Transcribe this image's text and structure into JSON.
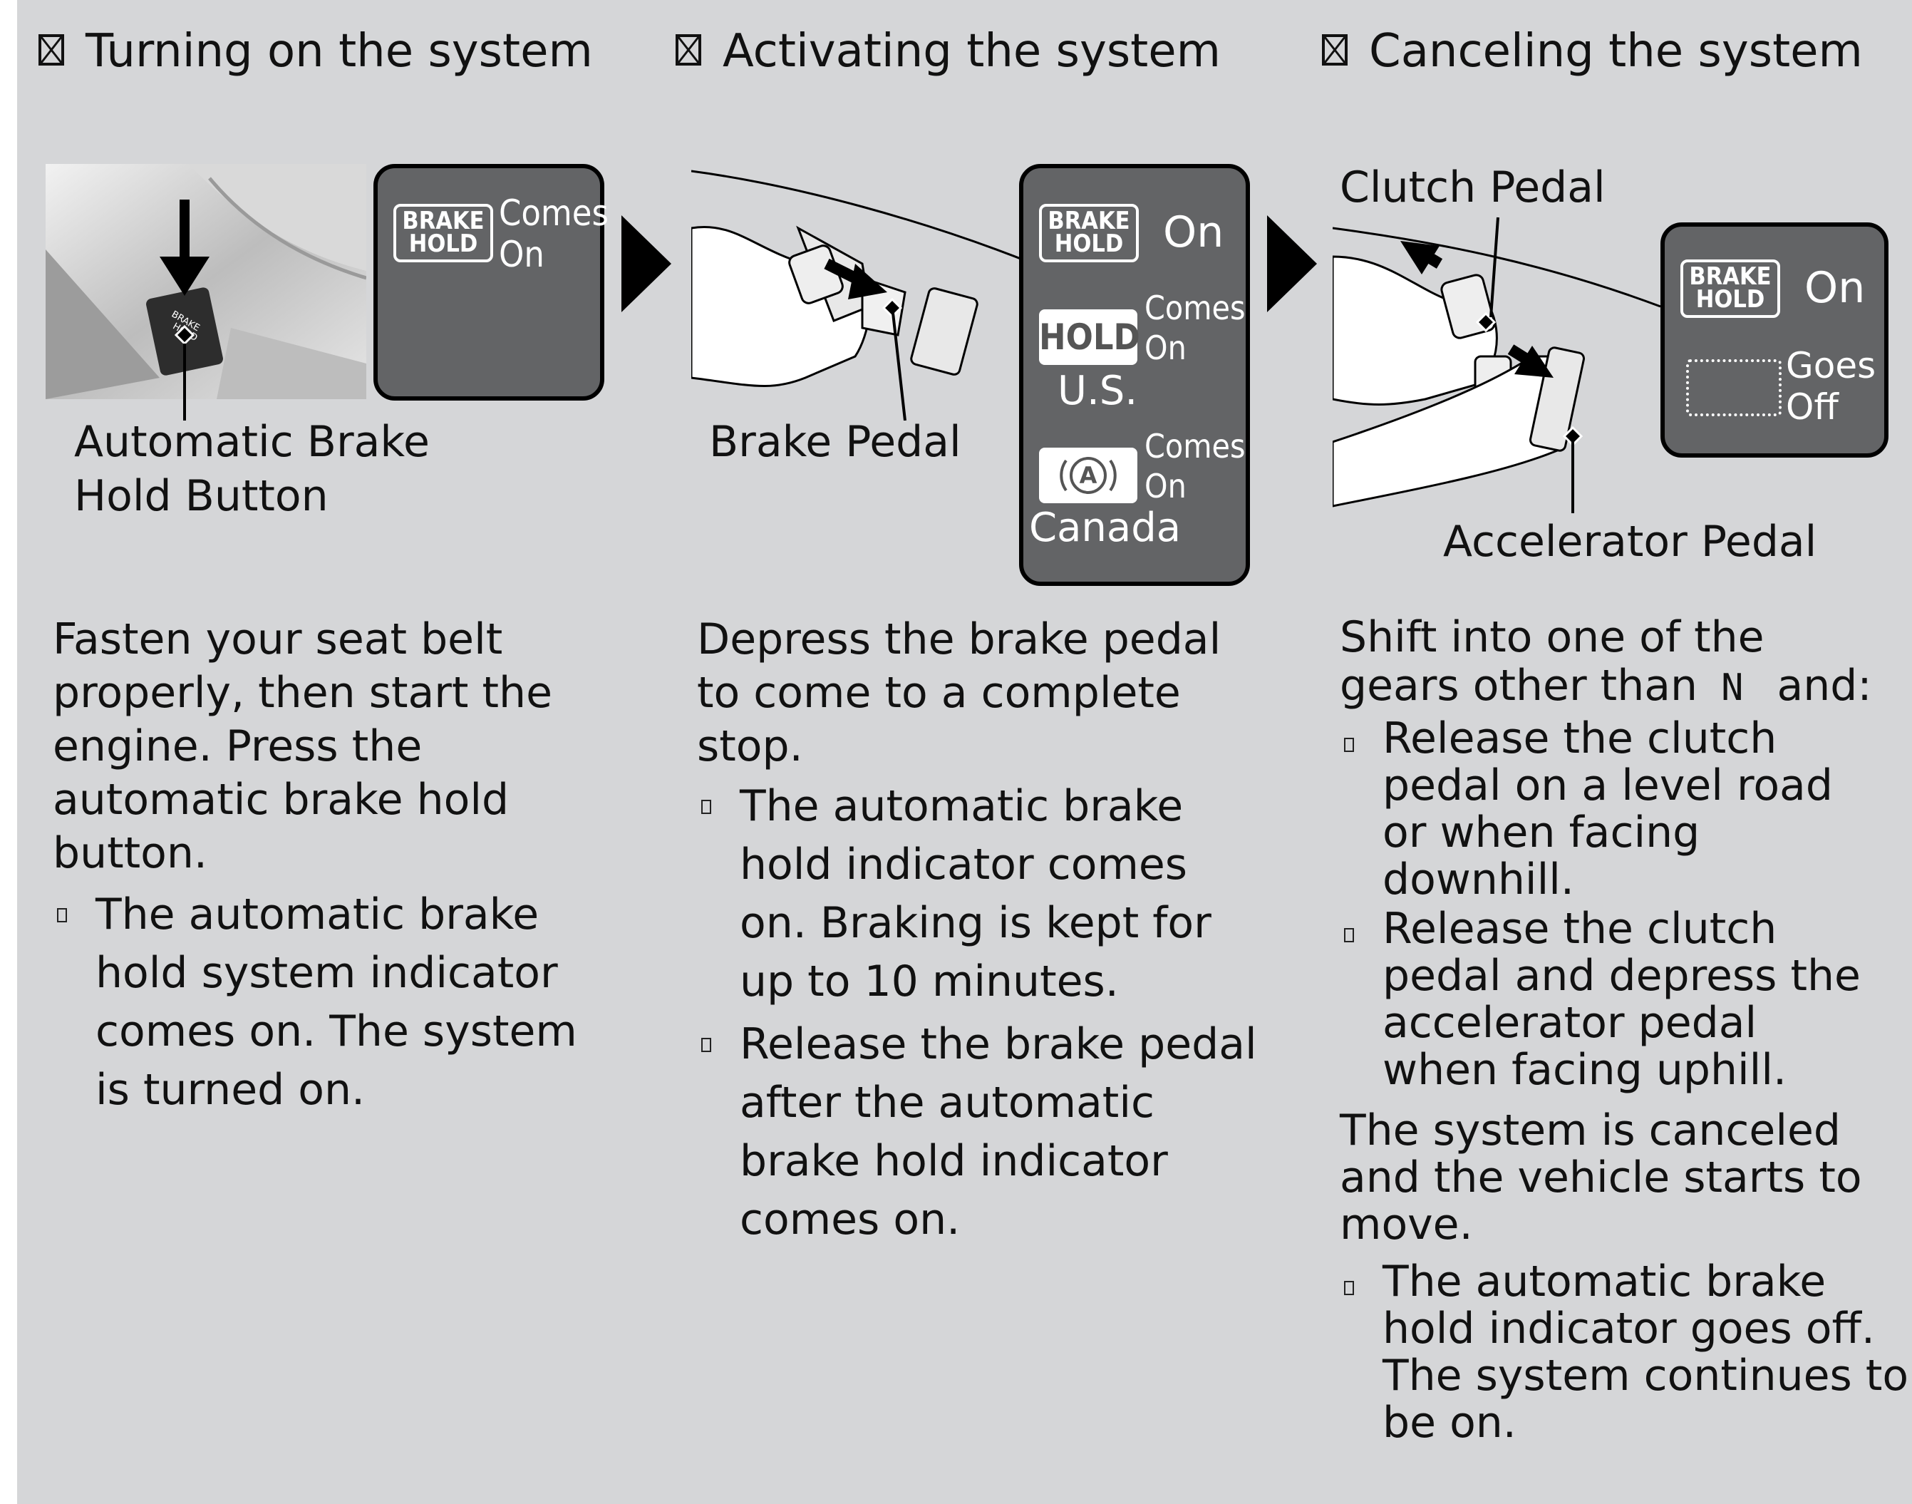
{
  "sections": [
    {
      "heading": "Turning on the system",
      "illustration": {
        "callout_line1": "Automatic Brake",
        "callout_line2": "Hold Button",
        "button_label": "BRAKE HOLD",
        "display": {
          "indicator_line1": "BRAKE",
          "indicator_line2": "HOLD",
          "status_line1": "Comes",
          "status_line2": "On"
        }
      },
      "body": [
        "Fasten your seat belt",
        "properly, then start the",
        "engine. Press the",
        "automatic brake hold",
        "button."
      ],
      "bullets": [
        [
          "The automatic brake",
          "hold system indicator",
          "comes on. The system",
          "is turned on."
        ]
      ]
    },
    {
      "heading": "Activating the system",
      "illustration": {
        "callout": "Brake Pedal",
        "display": {
          "brake_hold_line1": "BRAKE",
          "brake_hold_line2": "HOLD",
          "brake_hold_status": "On",
          "us_indicator": "HOLD",
          "us_status_line1": "Comes",
          "us_status_line2": "On",
          "us_region": "U.S.",
          "canada_indicator": "(A)",
          "canada_status_line1": "Comes",
          "canada_status_line2": "On",
          "canada_region": "Canada"
        }
      },
      "body": [
        "Depress the brake pedal",
        "to come to a complete",
        "stop."
      ],
      "bullets": [
        [
          "The automatic brake",
          "hold indicator comes",
          "on. Braking is kept for",
          "up to 10 minutes."
        ],
        [
          "Release the brake pedal",
          "after the automatic",
          "brake hold indicator",
          "comes on."
        ]
      ]
    },
    {
      "heading": "Canceling the system",
      "illustration": {
        "callout_top": "Clutch Pedal",
        "callout_bottom": "Accelerator Pedal",
        "display": {
          "indicator_line1": "BRAKE",
          "indicator_line2": "HOLD",
          "indicator_status": "On",
          "off_status_line1": "Goes",
          "off_status_line2": "Off"
        }
      },
      "body_pre": [
        "Shift into one of the",
        "gears other than",
        "N",
        "and:"
      ],
      "bullets": [
        [
          "Release the clutch",
          "pedal on a level road",
          "or when facing",
          "downhill."
        ],
        [
          "Release the clutch",
          "pedal and depress the",
          "accelerator pedal",
          "when facing uphill."
        ]
      ],
      "body_post": [
        "The system is canceled",
        "and the vehicle starts to",
        "move."
      ],
      "bullets_post": [
        [
          "The automatic brake",
          "hold indicator goes off.",
          "The system continues to",
          "be on."
        ]
      ]
    }
  ]
}
